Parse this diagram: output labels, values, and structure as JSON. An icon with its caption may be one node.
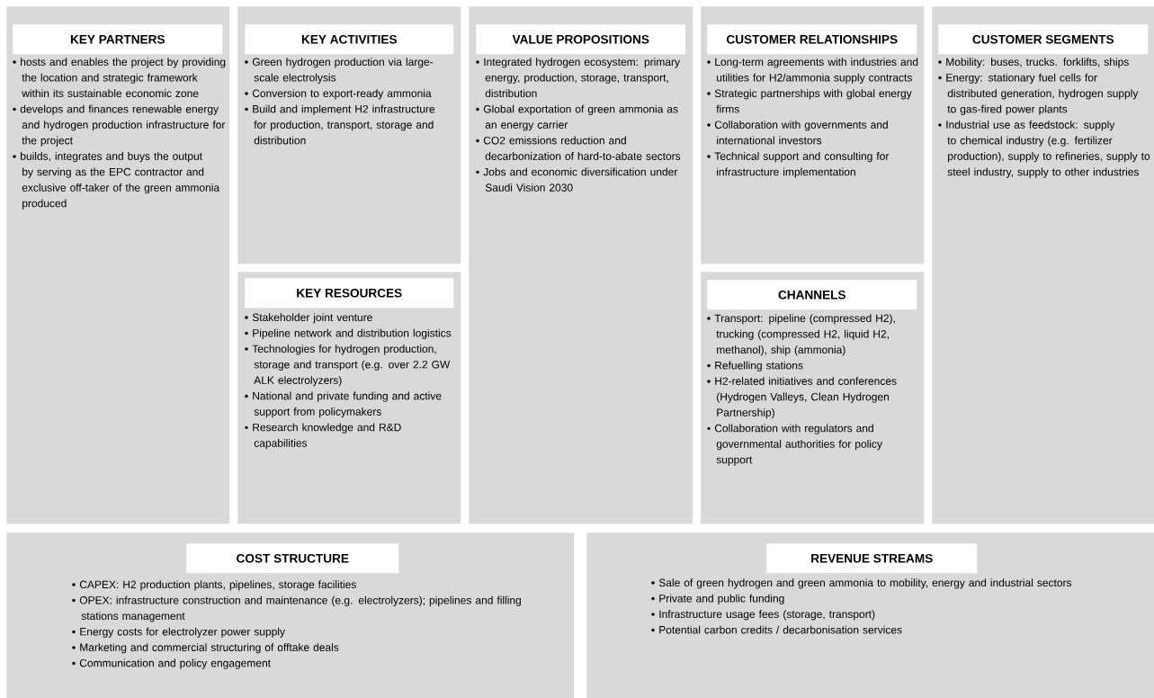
{
  "diagram": {
    "nodes": [
      {
        "text": [
          "KEY PARTNERS",
          "hosts and enables the project by providing the location and strategic framework within its sustainable economic zone",
          "develops and finances renewable energy and hydrogen production infrastructure for the project",
          "builds, integrates and buys the output by serving as the EPC contractor and exclusive off-taker of the green ammonia produced"
        ]
      },
      {
        "text": [
          "KEY ACTIVITIES",
          "Green hydrogen production via large-scale electrolysis",
          "Conversion to export-ready ammonia",
          "Build and implement H2 infrastructure for production, transport, storage and distribution"
        ]
      },
      {
        "text": [
          "KEY RESOURCES",
          "Stakeholder joint venture",
          "Pipeline network and distribution logistics",
          "Technologies for hydrogen production, storage and transport (e.g. over 2.2 GW ALK electrolyzers)",
          "National and private funding and active support from policymakers",
          "Research knowledge and R&D capabilities"
        ]
      },
      {
        "text": [
          "VALUE PROPOSITIONS",
          "Integrated hydrogen ecosystem: primary energy, production, storage, transport, distribution",
          "Global exportation of green ammonia as an energy carrier",
          "CO2 emissions reduction and decarbonization of hard-to-abate sectors",
          "Jobs and economic diversification under Saudi Vision 2030"
        ]
      },
      {
        "text": [
          "CUSTOMER RELATIONSHIPS",
          "Long-term agreements with industries and utilities for H2/ammonia supply contracts",
          "Strategic partnerships with global energy firms",
          "Collaboration with governments and international investors",
          "Technical support and consulting for infrastructure implementation"
        ]
      },
      {
        "text": [
          "CHANNELS",
          "Transport: pipeline (compressed H2), trucking (compressed H2, liquid H2, methanol), ship (ammonia)",
          "Refuelling stations",
          "H2-related initiatives and conferences (Hydrogen Valleys, Clean Hydrogen Partnership)",
          "Collaboration with regulators and governmental authorities for policy support"
        ]
      },
      {
        "text": [
          "CUSTOMER SEGMENTS",
          "Mobility: buses, trucks. forklifts, ships",
          "Energy: stationary fuel cells for distributed generation, hydrogen supply to gas-fired power plants",
          "Industrial use as feedstock: supply to chemical industry (e.g. fertilizer production), supply to refineries, supply to steel industry, supply to other industries"
        ]
      },
      {
        "text": [
          "COST STRUCTURE",
          "CAPEX: H2 production plants, pipelines, storage facilities",
          "OPEX: infrastructure construction and maintenance (e.g. electrolyzers); pipelines and filling stations management",
          "Energy costs for electrolyzer power supply",
          "Marketing and commercial structuring of offtake deals",
          "Communication and policy engagement"
        ]
      },
      {
        "text": [
          "REVENUE STREAMS",
          "Sale of green hydrogen and green ammonia to mobility, energy and industrial sectors",
          "Private and public funding",
          "Infrastructure usage fees (storage, transport)",
          "Potential carbon credits / decarbonisation services"
        ]
      }
    ],
    "edges": []
  }
}
